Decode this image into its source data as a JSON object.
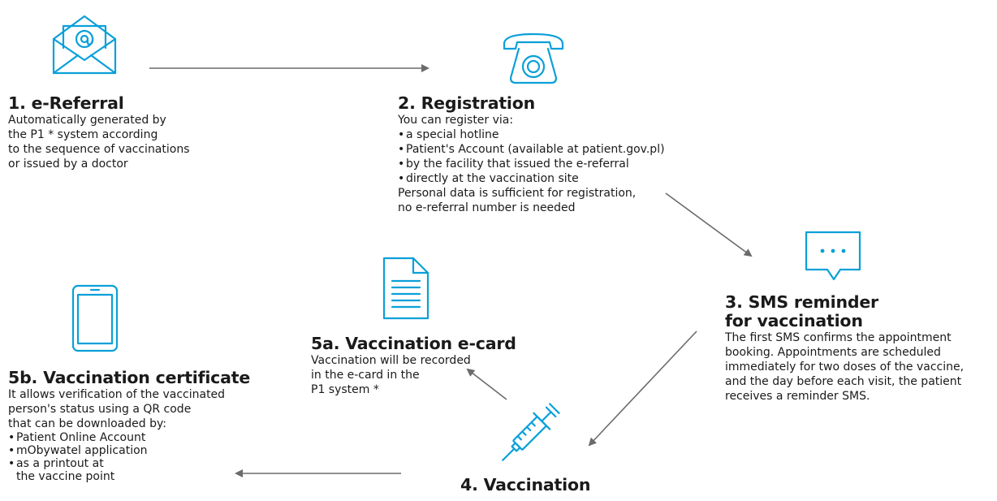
{
  "accent_color": "#0aa0d8",
  "arrow_color": "#6b6b6b",
  "steps": {
    "e_referral": {
      "icon": "envelope-icon",
      "title": "1. e-Referral",
      "lines": [
        "Automatically generated by",
        "the P1 * system according",
        "to the sequence of vaccinations",
        "or issued by a doctor"
      ]
    },
    "registration": {
      "icon": "telephone-icon",
      "title": "2. Registration",
      "intro": "You can register via:",
      "items": [
        "a special hotline",
        "Patient's Account (available at patient.gov.pl)",
        "by the facility that issued the e-referral",
        "directly at the vaccination site"
      ],
      "outro": [
        "Personal data is sufficient for registration,",
        "no e-referral number is needed"
      ]
    },
    "sms": {
      "icon": "chat-bubble-icon",
      "title_lines": [
        "3. SMS reminder",
        "for vaccination"
      ],
      "lines": [
        "The first SMS confirms the appointment",
        "booking. Appointments are scheduled",
        "immediately for two doses of the vaccine,",
        "and the day before each visit, the patient",
        "receives a reminder SMS."
      ]
    },
    "vaccination": {
      "icon": "syringe-icon",
      "title": "4. Vaccination"
    },
    "ecard": {
      "icon": "document-icon",
      "title": "5a. Vaccination e-card",
      "lines": [
        "Vaccination will be recorded",
        "in the e-card in the",
        "P1 system *"
      ]
    },
    "certificate": {
      "icon": "smartphone-icon",
      "title": "5b. Vaccination certificate",
      "lines": [
        "It allows verification of the vaccinated",
        "person's status using a QR code",
        "that can be downloaded by:"
      ],
      "items": [
        "Patient Online Account",
        "mObywatel application",
        "as a printout at\nthe vaccine point"
      ]
    }
  }
}
